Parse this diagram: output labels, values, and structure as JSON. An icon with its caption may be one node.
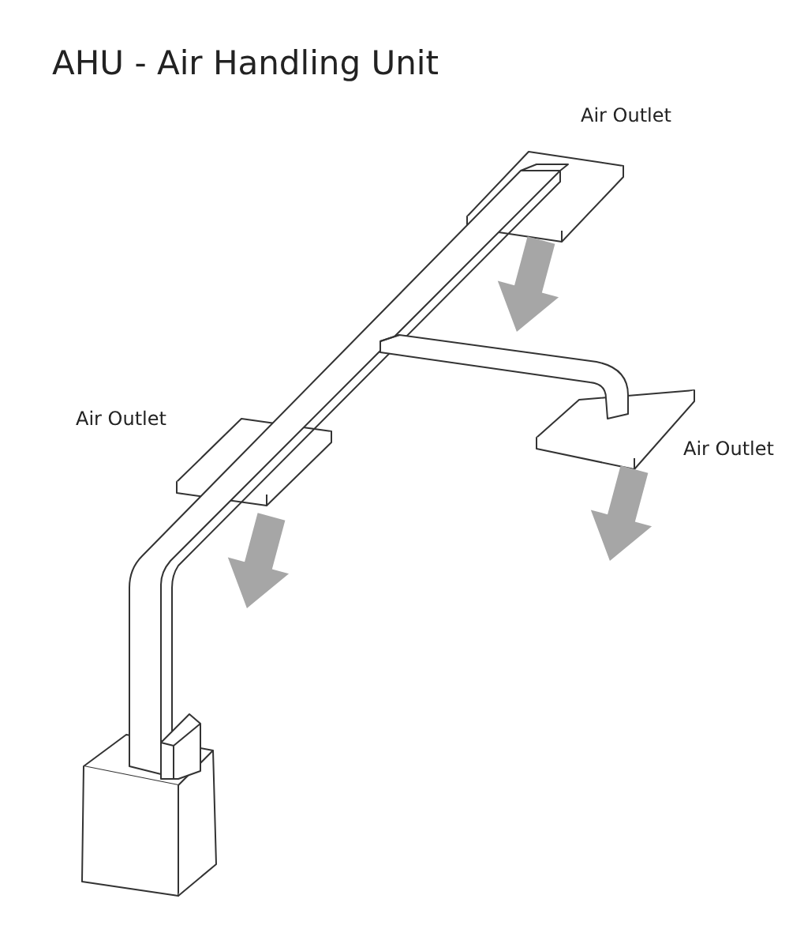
{
  "diagram": {
    "title": "AHU - Air Handling Unit",
    "labels": [
      "Air Outlet",
      "Air Outlet",
      "Air Outlet"
    ]
  }
}
